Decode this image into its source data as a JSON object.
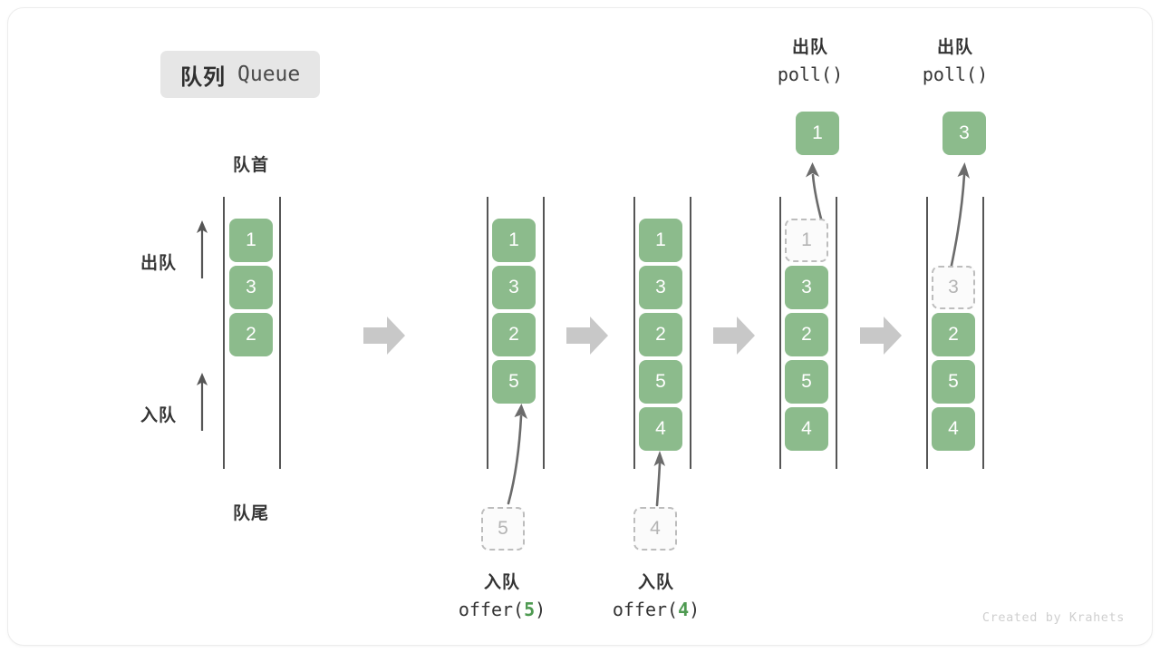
{
  "title": {
    "cn": "队列",
    "en": "Queue"
  },
  "labels": {
    "front": "队首",
    "rear": "队尾",
    "dequeue": "出队",
    "enqueue": "入队"
  },
  "credit": "Created by Krahets",
  "colors": {
    "filled": "#8cbb8c",
    "ghost_border": "#bdbdbd",
    "ghost_text": "#b4b4b4",
    "rail": "#555555",
    "arrow": "#6b6b6b",
    "step_arrow": "#c8c8c8",
    "badge_bg": "#e6e6e6",
    "text": "#333333",
    "accent_num": "#4e9a51"
  },
  "steps": [
    {
      "id": "initial",
      "cells": [
        {
          "value": "1",
          "state": "filled"
        },
        {
          "value": "3",
          "state": "filled"
        },
        {
          "value": "2",
          "state": "filled"
        }
      ],
      "side_labels": [
        {
          "text": "出队",
          "kind": "dequeue"
        },
        {
          "text": "入队",
          "kind": "enqueue"
        }
      ],
      "top_label": "队首",
      "bottom_label": "队尾"
    },
    {
      "id": "offer-5",
      "cells": [
        {
          "value": "1",
          "state": "filled"
        },
        {
          "value": "3",
          "state": "filled"
        },
        {
          "value": "2",
          "state": "filled"
        },
        {
          "value": "5",
          "state": "filled"
        }
      ],
      "incoming": {
        "value": "5",
        "state": "ghost"
      },
      "caption": {
        "line1": "入队",
        "op": "offer(",
        "num": "5",
        "close": ")"
      }
    },
    {
      "id": "offer-4",
      "cells": [
        {
          "value": "1",
          "state": "filled"
        },
        {
          "value": "3",
          "state": "filled"
        },
        {
          "value": "2",
          "state": "filled"
        },
        {
          "value": "5",
          "state": "filled"
        },
        {
          "value": "4",
          "state": "filled"
        }
      ],
      "incoming": {
        "value": "4",
        "state": "ghost"
      },
      "caption": {
        "line1": "入队",
        "op": "offer(",
        "num": "4",
        "close": ")"
      }
    },
    {
      "id": "poll-1",
      "cells": [
        {
          "value": "1",
          "state": "ghost"
        },
        {
          "value": "3",
          "state": "filled"
        },
        {
          "value": "2",
          "state": "filled"
        },
        {
          "value": "5",
          "state": "filled"
        },
        {
          "value": "4",
          "state": "filled"
        }
      ],
      "result": {
        "value": "1",
        "state": "filled"
      },
      "caption": {
        "line1": "出队",
        "op": "poll()"
      }
    },
    {
      "id": "poll-3",
      "cells": [
        {
          "value": "",
          "state": "empty"
        },
        {
          "value": "3",
          "state": "ghost"
        },
        {
          "value": "2",
          "state": "filled"
        },
        {
          "value": "5",
          "state": "filled"
        },
        {
          "value": "4",
          "state": "filled"
        }
      ],
      "result": {
        "value": "3",
        "state": "filled"
      },
      "caption": {
        "line1": "出队",
        "op": "poll()"
      }
    }
  ]
}
